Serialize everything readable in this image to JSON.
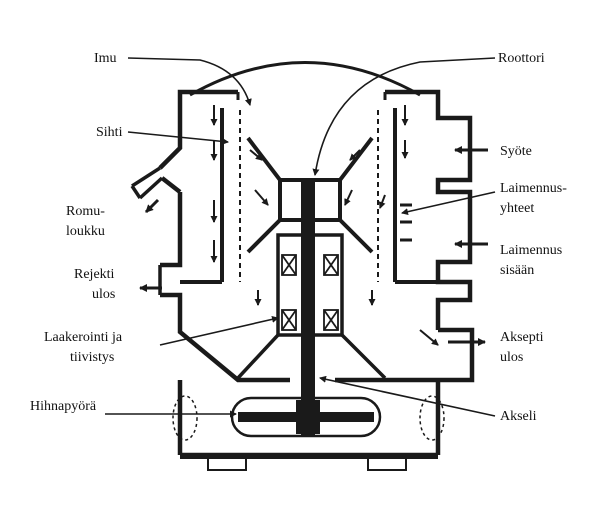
{
  "labels": {
    "imu": "Imu",
    "roottori": "Roottori",
    "sihti": "Sihti",
    "syote": "Syöte",
    "romuloukku": [
      "Romu-",
      "loukku"
    ],
    "laimennusyhteet": [
      "Laimennus-",
      "yhteet"
    ],
    "laimennus_sisaan": [
      "Laimennus",
      "sisään"
    ],
    "rejekti_ulos": [
      "Rejekti",
      "ulos"
    ],
    "laakerointi": [
      "Laakerointi  ja",
      "tiivistys"
    ],
    "aksepti_ulos": [
      "Aksepti",
      "ulos"
    ],
    "hihnapyora": "Hihnapyörä",
    "akseli": "Akseli"
  },
  "colors": {
    "ink": "#1a1a1a",
    "paper": "#ffffff"
  }
}
